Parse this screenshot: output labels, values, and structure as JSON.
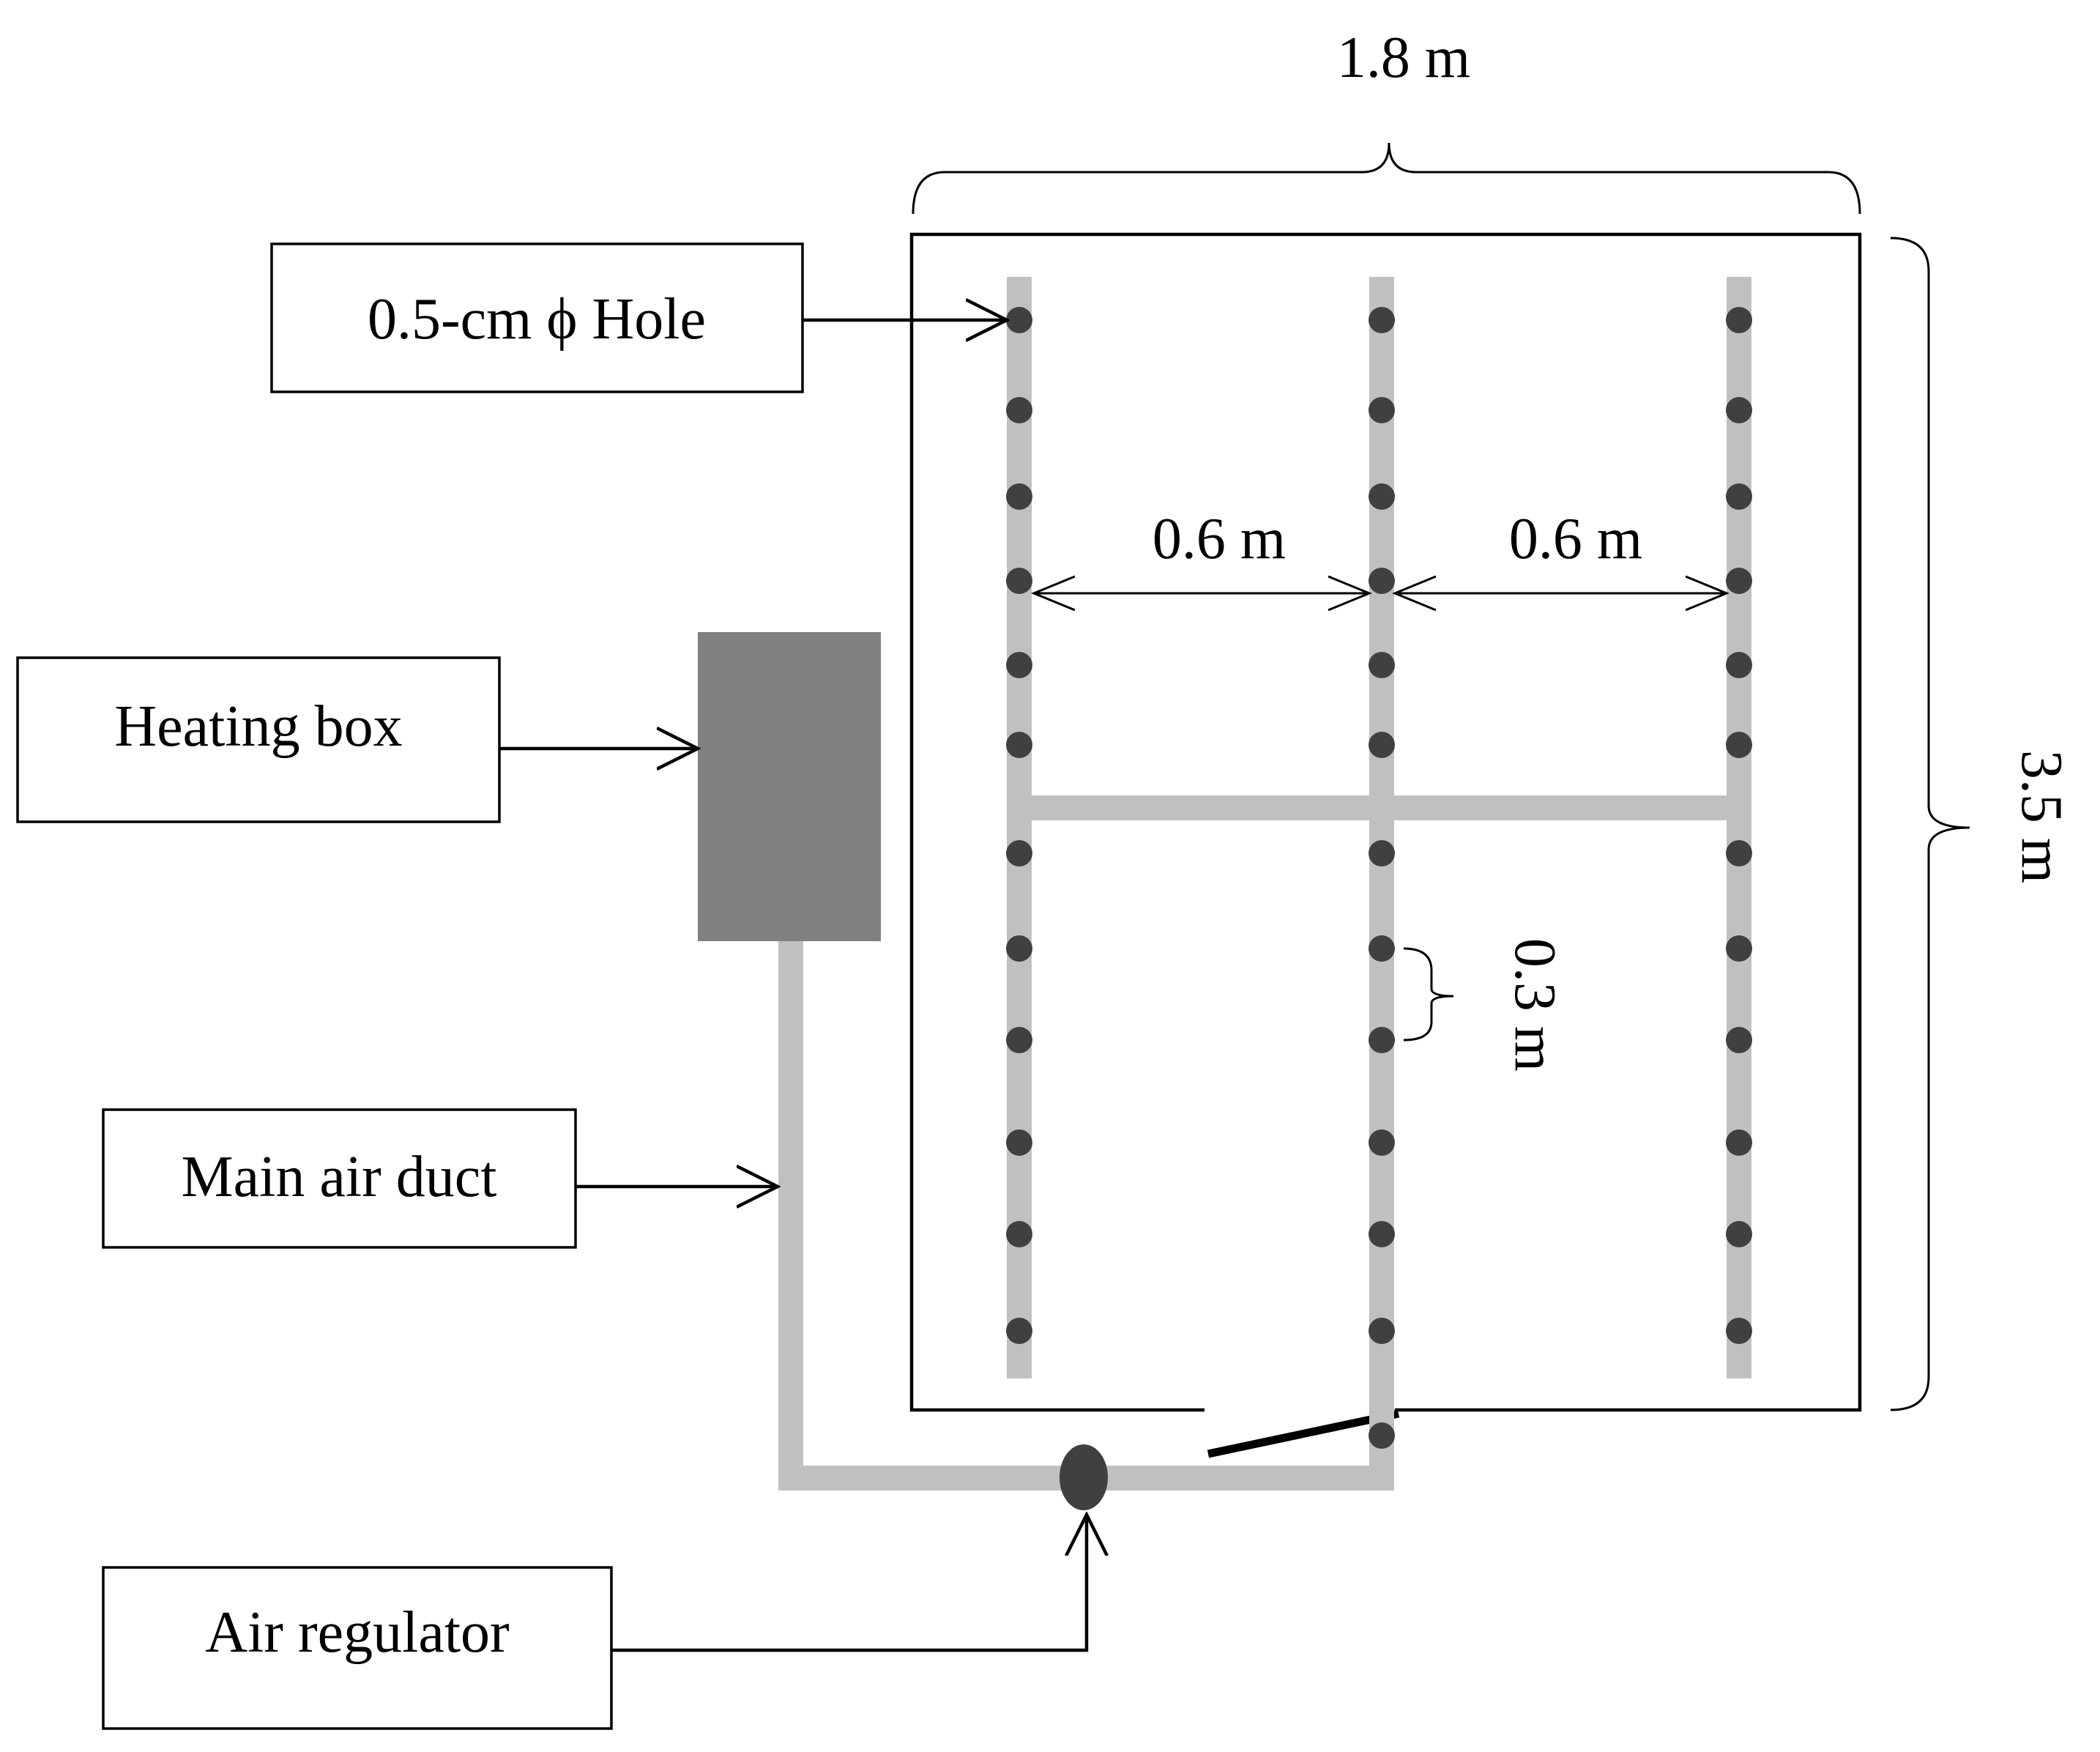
{
  "labels": {
    "hole": "0.5-cm ϕ Hole",
    "heating_box": "Heating box",
    "main_air_duct": "Main air duct",
    "air_regulator": "Air regulator"
  },
  "dimensions": {
    "width": "1.8 m",
    "height": "3.5 m",
    "pipe_spacing_left": "0.6 m",
    "pipe_spacing_right": "0.6 m",
    "hole_spacing": "0.3 m"
  },
  "colors": {
    "duct": "#c0c0c0",
    "hole": "#404040",
    "heating_box": "#808080",
    "outline": "#000000"
  }
}
